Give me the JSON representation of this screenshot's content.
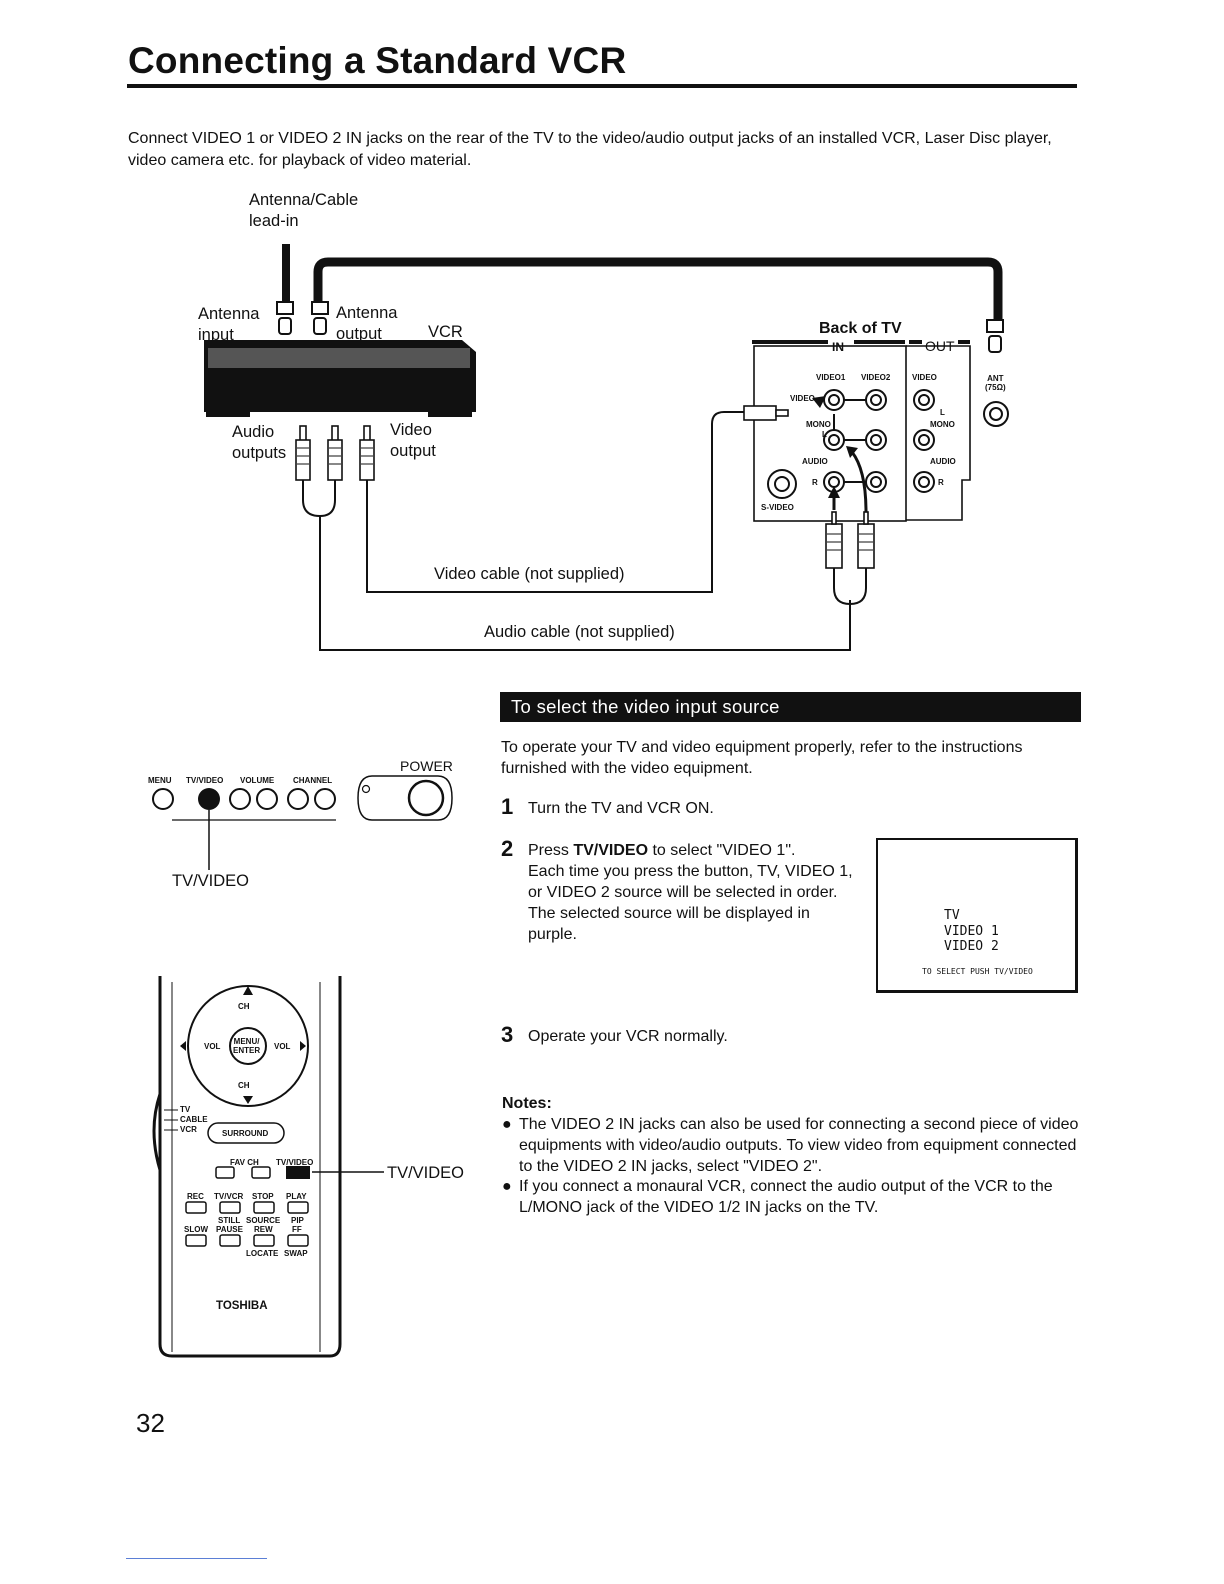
{
  "title": "Connecting a Standard VCR",
  "intro": "Connect VIDEO 1 or VIDEO 2 IN jacks on the rear of the TV to the video/audio output jacks of an installed VCR, Laser Disc player, video camera etc. for playback of video material.",
  "diagram": {
    "antenna_lead_in": "Antenna/Cable\nlead-in",
    "antenna_input": "Antenna\ninput",
    "antenna_output": "Antenna\noutput",
    "vcr": "VCR",
    "audio_outputs": "Audio\noutputs",
    "video_output": "Video\noutput",
    "back_of_tv": "Back of TV",
    "in": "IN",
    "out": "OUT",
    "video1": "VIDEO1",
    "video2": "VIDEO2",
    "video_out": "VIDEO",
    "video_jack": "VIDEO",
    "mono": "MONO",
    "l": "L",
    "audio": "AUDIO",
    "r": "R",
    "svideo": "S-VIDEO",
    "ant": "ANT\n(75Ω)",
    "out_mono": "MONO",
    "out_audio": "AUDIO",
    "out_l": "L",
    "out_r": "R",
    "video_cable": "Video cable (not supplied)",
    "audio_cable": "Audio cable (not supplied)"
  },
  "panel": {
    "menu": "MENU",
    "tvvideo": "TV/VIDEO",
    "volume": "VOLUME",
    "channel": "CHANNEL",
    "power": "POWER",
    "tvvideo_label": "TV/VIDEO"
  },
  "remote": {
    "ch": "CH",
    "vol": "VOL",
    "menu_enter": "MENU/\nENTER",
    "tv": "TV",
    "cable": "CABLE",
    "vcr": "VCR",
    "surround": "SURROUND",
    "fav_ch": "FAV CH",
    "tvvideo": "TV/VIDEO",
    "rec": "REC",
    "tvvcr": "TV/VCR",
    "stop": "STOP",
    "play": "PLAY",
    "still": "STILL",
    "source": "SOURCE",
    "pip": "PIP",
    "slow": "SLOW",
    "pause": "PAUSE",
    "rew": "REW",
    "ff": "FF",
    "locate": "LOCATE",
    "swap": "SWAP",
    "brand": "TOSHIBA",
    "callout": "TV/VIDEO"
  },
  "section": {
    "heading": "To select the video input source",
    "lead": "To operate your TV and video equipment properly, refer to the instructions furnished with the video equipment.",
    "step1_num": "1",
    "step1": "Turn the TV and VCR ON.",
    "step2_num": "2",
    "step2_pre": "Press ",
    "step2_bold": "TV/VIDEO",
    "step2_post": " to select \"VIDEO 1\".",
    "step2_detail": "Each time you press the button, TV, VIDEO 1, or VIDEO 2 source will be selected in order.",
    "step2_detail2": "The selected source will be displayed in purple.",
    "step3_num": "3",
    "step3": "Operate your VCR normally."
  },
  "screen": {
    "line1": "TV",
    "line2": "VIDEO 1",
    "line3": "VIDEO 2",
    "hint": "TO SELECT PUSH TV/VIDEO"
  },
  "notes": {
    "title": "Notes:",
    "bullet": "●",
    "items": [
      "The VIDEO 2 IN jacks can also be used for connecting a second piece of video equipments with video/audio outputs. To view video from equipment connected to the VIDEO 2 IN jacks, select \"VIDEO 2\".",
      "If you connect a monaural VCR, connect the audio output of the VCR to the L/MONO jack of the VIDEO 1/2 IN jacks on the TV."
    ]
  },
  "page_number": "32"
}
